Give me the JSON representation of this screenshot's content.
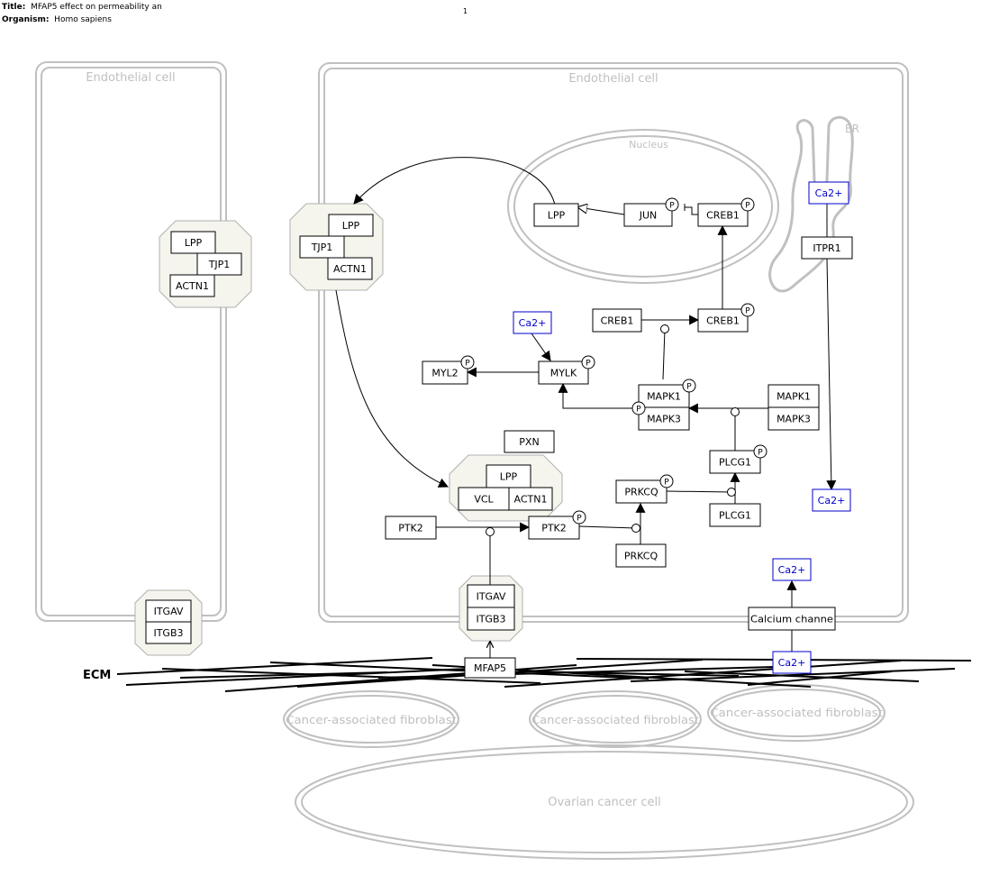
{
  "header": {
    "title_label": "Title:",
    "title_value": "MFAP5 effect on permeability an",
    "organism_label": "Organism:",
    "organism_value": "Homo sapiens",
    "page_number": "1"
  },
  "compartments": {
    "endothelial_left": "Endothelial cell",
    "endothelial_main": "Endothelial cell",
    "nucleus": "Nucleus",
    "er": "ER",
    "caf_1": "Cancer-associated fibroblast",
    "caf_2": "Cancer-associated fibroblast",
    "caf_3": "Cancer-associated fibroblast",
    "ovarian": "Ovarian cancer cell",
    "ecm": "ECM"
  },
  "genes": {
    "lpp_left": "LPP",
    "tjp1_left": "TJP1",
    "actn1_left": "ACTN1",
    "itgav_left": "ITGAV",
    "itgb3_left": "ITGB3",
    "lpp_top": "LPP",
    "tjp1_top": "TJP1",
    "actn1_top": "ACTN1",
    "lpp_nuc": "LPP",
    "jun_nuc": "JUN",
    "creb1_nuc": "CREB1",
    "itpr1": "ITPR1",
    "creb1_a": "CREB1",
    "creb1_b": "CREB1",
    "mylk": "MYLK",
    "myl2": "MYL2",
    "mapk1_p": "MAPK1",
    "mapk3_p": "MAPK3",
    "mapk1": "MAPK1",
    "mapk3": "MAPK3",
    "pxn": "PXN",
    "lpp_fa": "LPP",
    "vcl_fa": "VCL",
    "actn1_fa": "ACTN1",
    "plcg1_p": "PLCG1",
    "plcg1": "PLCG1",
    "prkcq_p": "PRKCQ",
    "prkcq": "PRKCQ",
    "ptk2_a": "PTK2",
    "ptk2_b": "PTK2",
    "itgav_mid": "ITGAV",
    "itgb3_mid": "ITGB3",
    "calcium_channel": "Calcium channe",
    "mfap5": "MFAP5"
  },
  "metabolites": {
    "ca_er": "Ca2+",
    "ca_mylk": "Ca2+",
    "ca_right": "Ca2+",
    "ca_channel_top": "Ca2+",
    "ca_channel_bottom": "Ca2+"
  },
  "phospho_mark": "P",
  "colors": {
    "compartment": "#c0c0c0",
    "complex_fill": "#f5f4ed",
    "metabolite": "#0000cc",
    "node_border": "#000000"
  }
}
